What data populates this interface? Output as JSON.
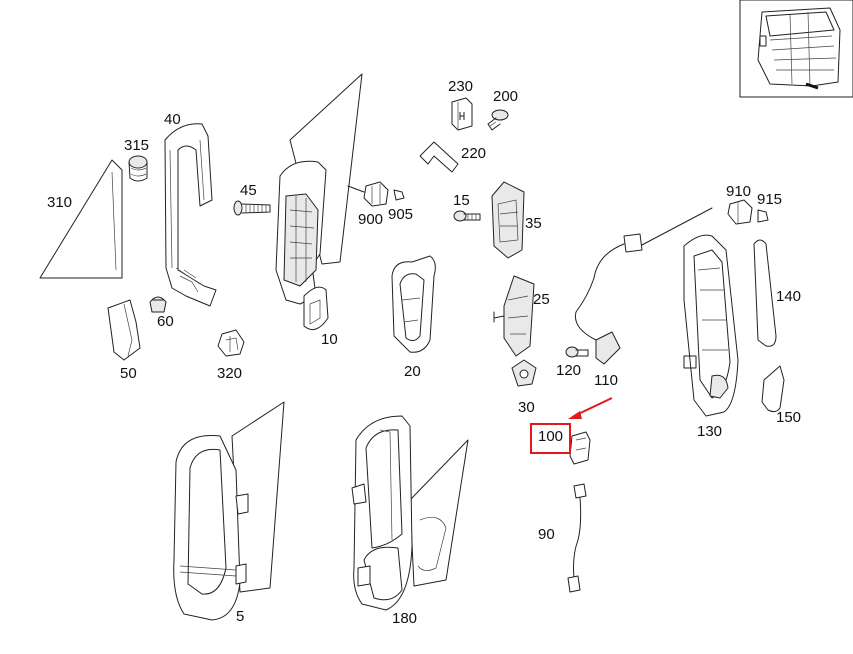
{
  "diagram": {
    "parts": [
      {
        "id": "310",
        "label": "310"
      },
      {
        "id": "315",
        "label": "315"
      },
      {
        "id": "40",
        "label": "40"
      },
      {
        "id": "45",
        "label": "45"
      },
      {
        "id": "60",
        "label": "60"
      },
      {
        "id": "50",
        "label": "50"
      },
      {
        "id": "320",
        "label": "320"
      },
      {
        "id": "10",
        "label": "10"
      },
      {
        "id": "900",
        "label": "900"
      },
      {
        "id": "905",
        "label": "905"
      },
      {
        "id": "230",
        "label": "230"
      },
      {
        "id": "200",
        "label": "200"
      },
      {
        "id": "220",
        "label": "220"
      },
      {
        "id": "15",
        "label": "15"
      },
      {
        "id": "35",
        "label": "35"
      },
      {
        "id": "25",
        "label": "25"
      },
      {
        "id": "20",
        "label": "20"
      },
      {
        "id": "30",
        "label": "30"
      },
      {
        "id": "910",
        "label": "910"
      },
      {
        "id": "915",
        "label": "915"
      },
      {
        "id": "120",
        "label": "120"
      },
      {
        "id": "110",
        "label": "110"
      },
      {
        "id": "140",
        "label": "140"
      },
      {
        "id": "150",
        "label": "150"
      },
      {
        "id": "130",
        "label": "130"
      },
      {
        "id": "100",
        "label": "100"
      },
      {
        "id": "90",
        "label": "90"
      },
      {
        "id": "5",
        "label": "5"
      },
      {
        "id": "180",
        "label": "180"
      }
    ],
    "highlighted_part": "100",
    "highlight_color": "#e0191d"
  }
}
